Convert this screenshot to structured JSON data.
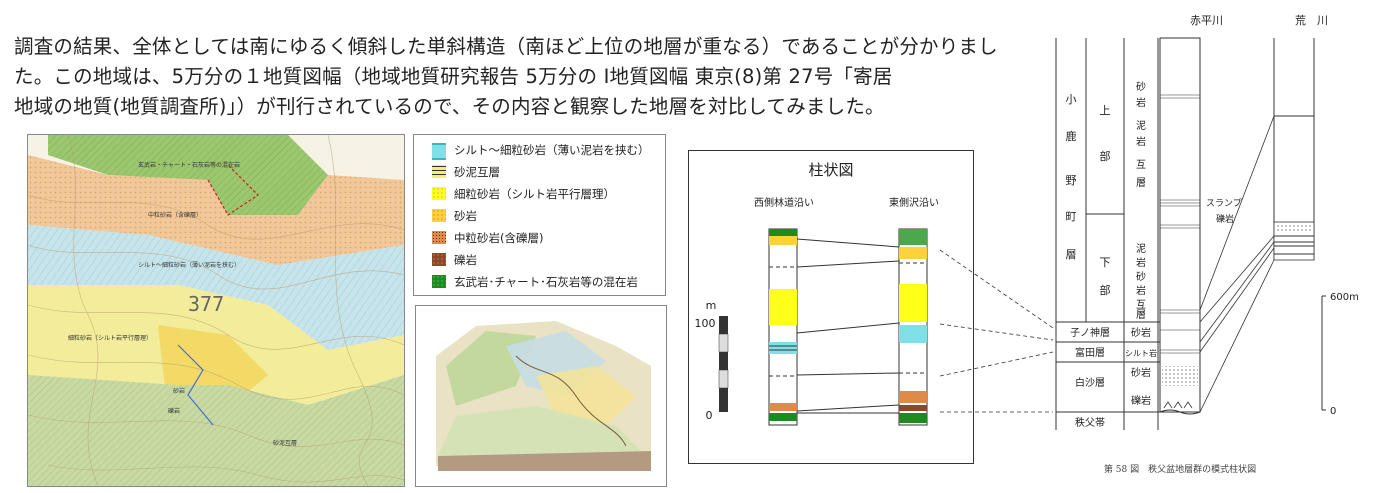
{
  "intro": {
    "line1": "調査の結果、全体としては南にゆるく傾斜した単斜構造（南ほど上位の地層が重なる）であることが分かりまし",
    "line2": "た。この地域は、5万分の１地質図幅（地域地質研究報告 5万分の Ⅰ地質図幅 東京(8)第 27号「寄居",
    "line3": "地域の地質(地質調査所)」）が刊行されているので、その内容と観察した地層を対比してみました。"
  },
  "map": {
    "label_top": "玄武岩・チャート・石灰岩等の混在岩",
    "label_mid1": "中粒砂岩（含礫層）",
    "label_mid2": "シルト〜細粒砂岩（薄い泥岩を挟む）",
    "label_fine": "細粒砂岩（シルト岩平行層理）",
    "label_sand": "砂岩",
    "label_gravel": "礫岩",
    "label_bottom": "砂泥互層",
    "elevation": "377"
  },
  "legend": {
    "items": [
      {
        "label": "シルト～細粒砂岩（薄い泥岩を挟む）",
        "color": "#7fe0e8"
      },
      {
        "label": "砂泥互層",
        "color": "#f4f06a"
      },
      {
        "label": "細粒砂岩（シルト岩平行層理）",
        "color": "#ffff1a"
      },
      {
        "label": "砂岩",
        "color": "#ffd23a"
      },
      {
        "label": "中粒砂岩(含礫層)",
        "color": "#e08a4a"
      },
      {
        "label": "礫岩",
        "color": "#8a4a2a"
      },
      {
        "label": "玄武岩･チャート･石灰岩等の混在岩",
        "color": "#1f8a1f"
      }
    ]
  },
  "columnar": {
    "title": "柱状図",
    "left_title": "西側林道沿い",
    "right_title": "東側沢沿い",
    "unit": "m",
    "tick_100": "100",
    "tick_0": "0"
  },
  "reference": {
    "river1": "赤平川",
    "river2": "荒　川",
    "formation": [
      "小",
      "鹿",
      "野",
      "町",
      "層"
    ],
    "upper": [
      "上",
      "部"
    ],
    "lower": [
      "下",
      "部"
    ],
    "upper_litho": [
      "砂",
      "岩",
      "泥",
      "岩",
      "互",
      "層"
    ],
    "lower_litho": [
      "泥",
      "岩",
      "砂",
      "岩",
      "互",
      "層"
    ],
    "slump": "スランプ",
    "conglomerate": "礫岩",
    "rows": [
      {
        "name": "子ノ神層",
        "litho": "砂岩"
      },
      {
        "name": "富田層",
        "litho": "シルト岩"
      },
      {
        "name": "白沙層",
        "litho": "砂岩"
      },
      {
        "name": "",
        "litho": "礫岩"
      },
      {
        "name": "秩父帯",
        "litho": ""
      }
    ],
    "scale_600": "600m",
    "scale_0": "0",
    "caption": "第 58 図　秩父盆地層群の模式柱状図"
  }
}
